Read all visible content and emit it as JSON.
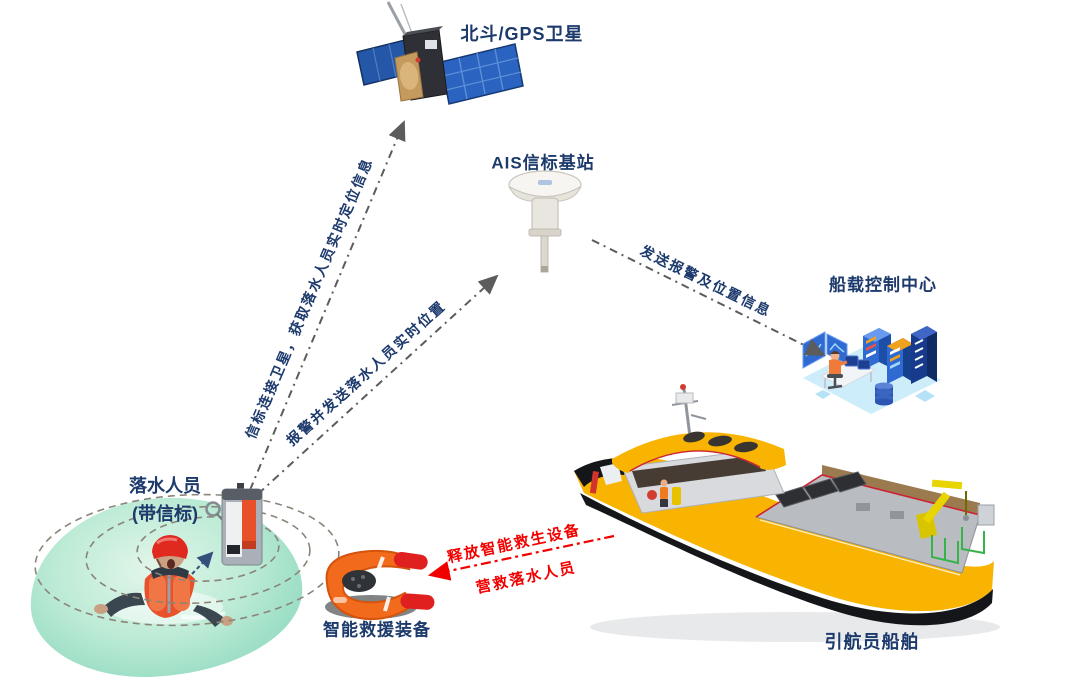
{
  "colors": {
    "label_navy": "#1d3a6c",
    "alert_red": "#f20000",
    "arrow_gray": "#5c5c5c",
    "ship_yellow": "#f8b400",
    "device_orange": "#f26a1b"
  },
  "satellite": {
    "label": "北斗/GPS卫星"
  },
  "ais_station": {
    "label": "AIS信标基站"
  },
  "control_center": {
    "label": "船载控制中心"
  },
  "person_overboard": {
    "label": "落水人员",
    "sublabel": "(带信标)"
  },
  "rescue_device": {
    "label": "智能救援装备"
  },
  "pilot_ship": {
    "label": "引航员船舶"
  },
  "links": {
    "beacon_to_satellite": {
      "text": "信标连接卫星，获取落水人员实时定位信息"
    },
    "beacon_to_ais": {
      "text": "报警并发送落水人员实时位置"
    },
    "ais_to_control": {
      "text": "发送报警及位置信息"
    },
    "ship_release": {
      "line1": "释放智能救生设备",
      "line2": "营救落水人员"
    }
  }
}
